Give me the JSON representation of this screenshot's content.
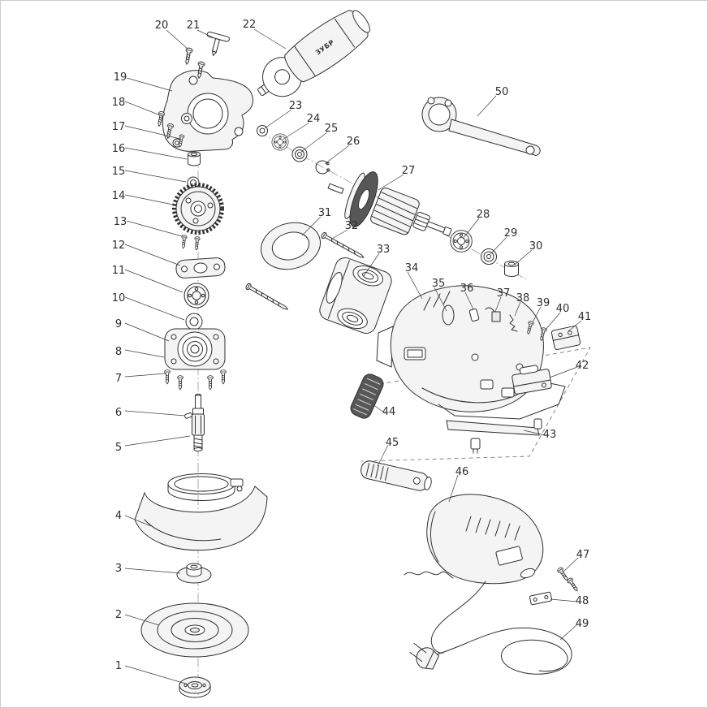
{
  "brand": "ЗУБР",
  "part_numbers": [
    "1",
    "2",
    "3",
    "4",
    "5",
    "6",
    "7",
    "8",
    "9",
    "10",
    "11",
    "12",
    "13",
    "14",
    "15",
    "16",
    "17",
    "18",
    "19",
    "20",
    "21",
    "22",
    "23",
    "24",
    "25",
    "26",
    "27",
    "28",
    "29",
    "30",
    "31",
    "32",
    "33",
    "34",
    "35",
    "36",
    "37",
    "38",
    "39",
    "40",
    "41",
    "42",
    "43",
    "44",
    "45",
    "46",
    "47",
    "48",
    "49",
    "50"
  ]
}
